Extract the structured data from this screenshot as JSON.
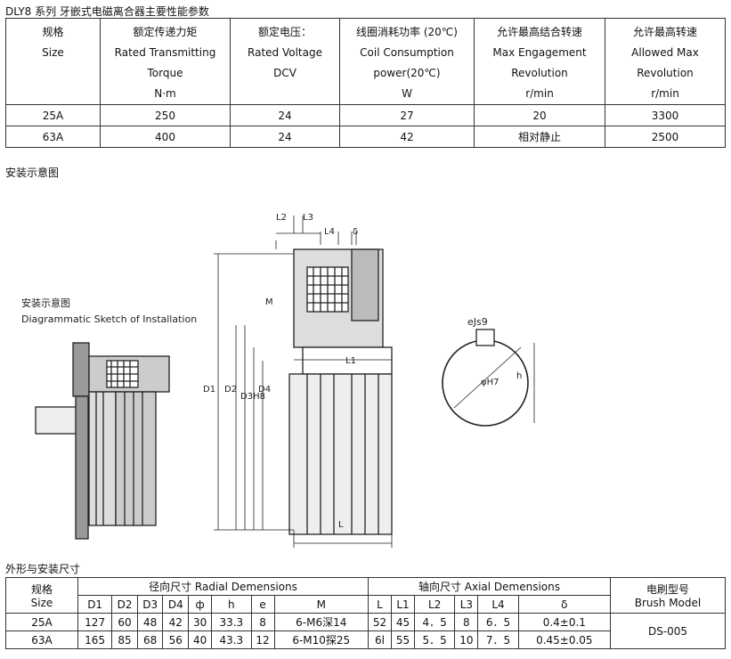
{
  "doc_title": "DLY8 系列  牙嵌式电磁离合器主要性能参数",
  "perf_table": {
    "headers": [
      [
        "规格",
        "Size"
      ],
      [
        "额定传递力矩",
        "Rated Transmitting",
        "Torque",
        "N·m"
      ],
      [
        "额定电压：",
        "Rated Voltage",
        "DCV"
      ],
      [
        "线圈消耗功率 (20℃)",
        "Coil Consumption",
        "power(20℃)",
        "W"
      ],
      [
        "允许最高结合转速",
        "Max Engagement",
        "Revolution",
        "r/min"
      ],
      [
        "允许最高转速",
        "Allowed Max",
        "Revolution",
        "r/min"
      ]
    ],
    "rows": [
      [
        "25A",
        "250",
        "24",
        "27",
        "20",
        "3300"
      ],
      [
        "63A",
        "400",
        "24",
        "42",
        "相对静止",
        "2500"
      ]
    ]
  },
  "install_section_title": "安装示意图",
  "sketch": {
    "cn_title": "安装示意图",
    "en_title": "Diagrammatic Sketch of Installation",
    "labels": {
      "L2": "L2",
      "L3": "L3",
      "L4": "L4",
      "delta": "δ",
      "M": "M",
      "L1": "L1",
      "L": "L",
      "D1": "D1",
      "D2": "D2",
      "D3": "D3H8",
      "D4": "D4",
      "eJs9": "eJs9",
      "phiH7": "φH7",
      "h": "h"
    }
  },
  "dims_section_title": "外形与安装尺寸",
  "dims_table": {
    "size_cn": "规格",
    "size_en": "Size",
    "radial_group": "径向尺寸 Radial Demensions",
    "axial_group": "轴向尺寸 Axial Demensions",
    "brush_cn": "电刷型号",
    "brush_en": "Brush Model",
    "col_D1": "D1",
    "col_D2": "D2",
    "col_D3": "D3",
    "col_D4": "D4",
    "col_phi": "ф",
    "col_h": "h",
    "col_e": "e",
    "col_M": "M",
    "col_L": "L",
    "col_L1": "L1",
    "col_L2": "L2",
    "col_L3": "L3",
    "col_L4": "L4",
    "col_delta": "δ",
    "rows": [
      [
        "25A",
        "127",
        "60",
        "48",
        "42",
        "30",
        "33.3",
        "8",
        "6-M6深14",
        "52",
        "45",
        "4．5",
        "8",
        "6．5",
        "0.4±0.1"
      ],
      [
        "63A",
        "165",
        "85",
        "68",
        "56",
        "40",
        "43.3",
        "12",
        "6-M10探25",
        "6l",
        "55",
        "5．5",
        "10",
        "7．5",
        "0.45±0.05"
      ]
    ],
    "brush_value": "DS-005"
  }
}
